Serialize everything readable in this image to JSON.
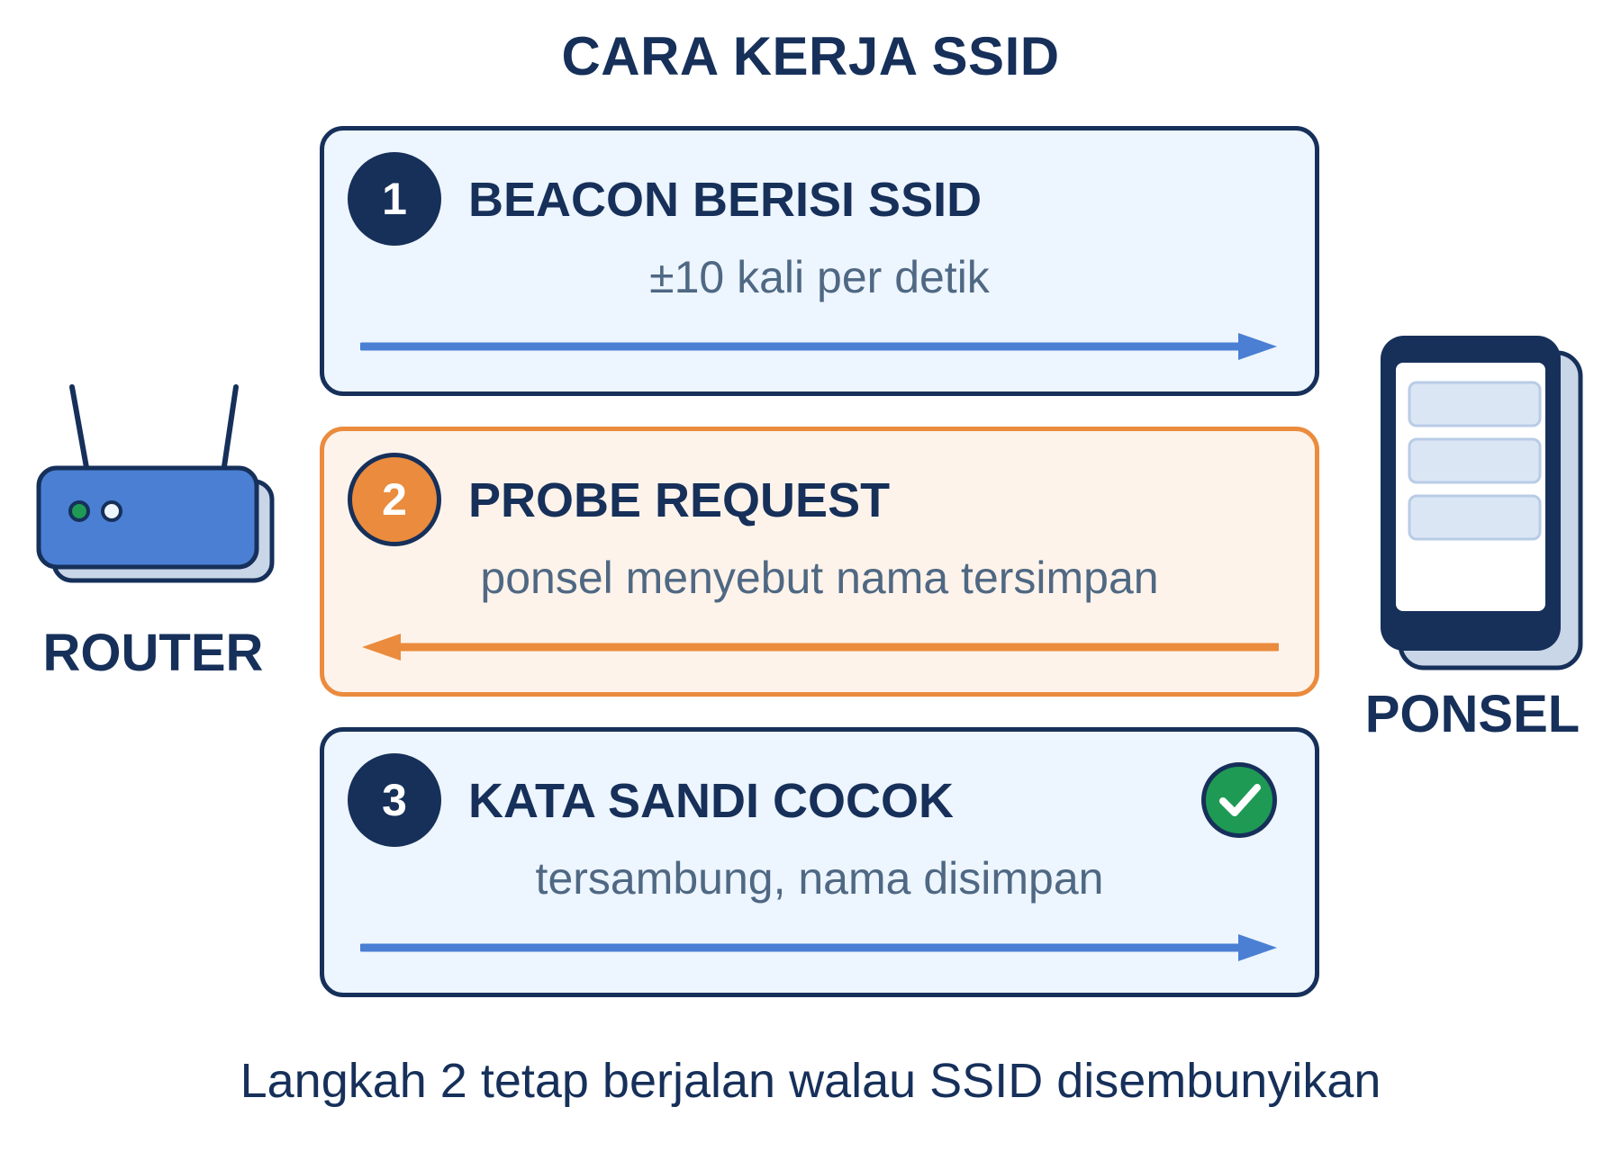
{
  "title": "CARA KERJA SSID",
  "devices": {
    "router": {
      "label": "ROUTER"
    },
    "phone": {
      "label": "PONSEL"
    }
  },
  "steps": [
    {
      "number": "1",
      "title": "BEACON BERISI SSID",
      "subtitle": "±10 kali per detik",
      "direction": "router-to-phone",
      "color": "#4a7fd4"
    },
    {
      "number": "2",
      "title": "PROBE REQUEST",
      "subtitle": "ponsel menyebut nama tersimpan",
      "direction": "phone-to-router",
      "color": "#ea8b3d"
    },
    {
      "number": "3",
      "title": "KATA SANDI COCOK",
      "subtitle": "tersambung, nama disimpan",
      "direction": "router-to-phone",
      "color": "#4a7fd4",
      "status_icon": "check-icon"
    }
  ],
  "footer": "Langkah 2 tetap berjalan walau SSID disembunyikan",
  "colors": {
    "navy": "#16305a",
    "blue_accent": "#4a7fd4",
    "orange_accent": "#ea8b3d",
    "success_green": "#1f9a55",
    "panel_blue": "#edf5fe",
    "panel_orange": "#fef3ea"
  }
}
